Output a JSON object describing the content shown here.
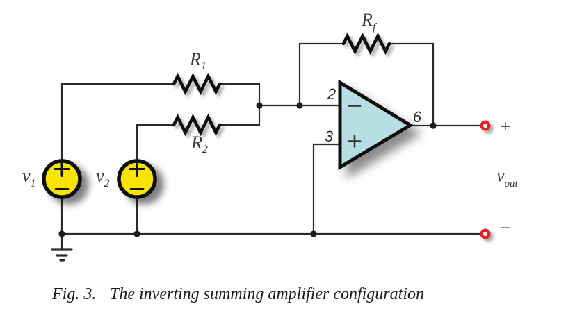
{
  "colors": {
    "wire": "#2a2a2a",
    "component_stroke": "#111111",
    "opamp_fill": "#b7dfe3",
    "source_fill": "#f9e400",
    "terminal_red": "#ec1c24",
    "label_text": "#3a3a3a",
    "caption_text": "#1c1c1c"
  },
  "resistors": {
    "r1": {
      "symbol": "R",
      "sub": "1"
    },
    "r2": {
      "symbol": "R",
      "sub": "2"
    },
    "rf": {
      "symbol": "R",
      "sub": "f"
    }
  },
  "sources": {
    "v1": {
      "symbol": "v",
      "sub": "1",
      "plus": "+",
      "minus": "−"
    },
    "v2": {
      "symbol": "v",
      "sub": "2",
      "plus": "+",
      "minus": "−"
    }
  },
  "opamp": {
    "pin_inverting": "2",
    "pin_noninverting": "3",
    "pin_output": "6",
    "inverting_sign": "−",
    "noninverting_sign": "+"
  },
  "output": {
    "symbol": "v",
    "sub": "out",
    "plus_terminal": "+",
    "minus_terminal": "−"
  },
  "caption": {
    "prefix": "Fig. 3.",
    "body": "The inverting summing amplifier configuration"
  }
}
